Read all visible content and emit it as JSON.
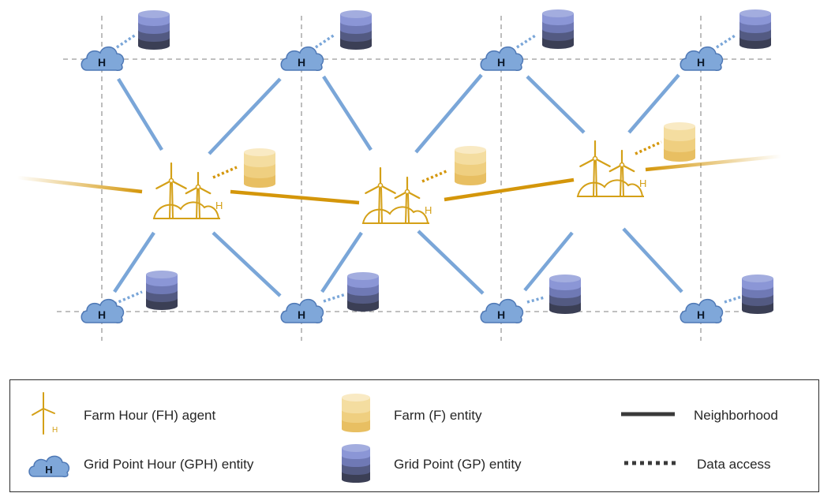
{
  "diagram": {
    "gph_node_label": "H",
    "fh_agent_label": "H",
    "columns": 4,
    "farms": 3
  },
  "legend": {
    "fh_agent": "Farm Hour (FH) agent",
    "gph_entity": "Grid Point Hour (GPH) entity",
    "farm_entity": "Farm (F) entity",
    "gp_entity": "Grid Point (GP) entity",
    "neighborhood": "Neighborhood",
    "data_access": "Data access",
    "icon_h_label": "H",
    "icon_gph_label": "H"
  },
  "colors": {
    "cloud_fill": "#7fa7d9",
    "cloud_stroke": "#4e78b5",
    "neighborhood_blue": "#7aa6d8",
    "neighborhood_gold": "#d4960a",
    "turbine_gold": "#d4a017",
    "farm_db": [
      "#f4dda0",
      "#efcf80",
      "#e8bf62"
    ],
    "gp_db": [
      "#8b96d6",
      "#6f79b5",
      "#535a82",
      "#3b3f55"
    ],
    "grid_dash": "#9a9a9a",
    "legend_line": "#3a3a3a"
  }
}
